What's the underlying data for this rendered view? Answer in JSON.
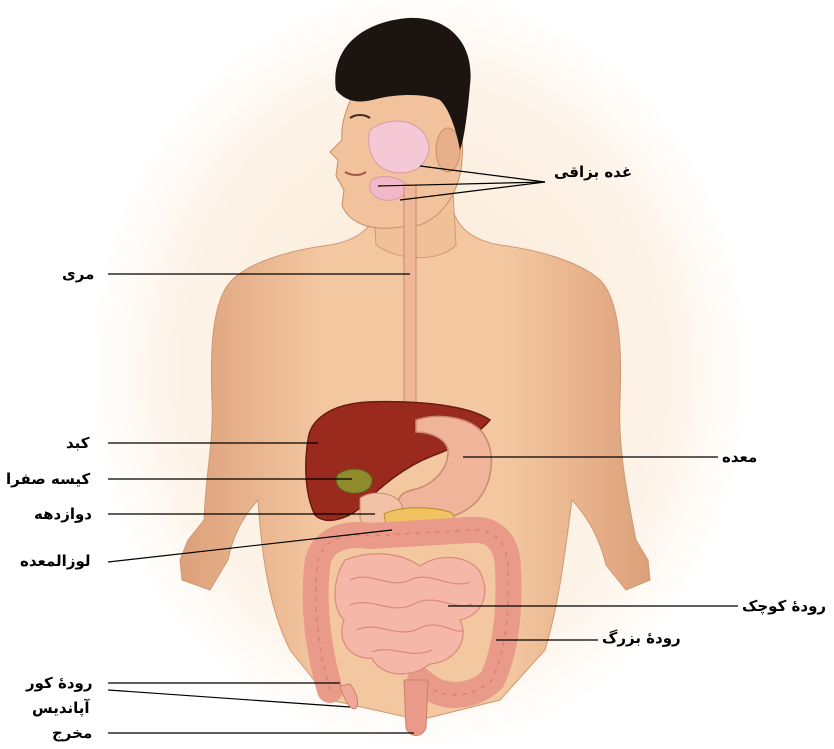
{
  "labels": {
    "salivary_gland": "غده بزاقی",
    "esophagus": "مری",
    "liver": "کبد",
    "gallbladder": "کیسه صفرا",
    "duodenum": "دوازدهه",
    "pancreas": "لوزالمعده",
    "stomach": "معده",
    "small_intestine": "رودهٔ کوچک",
    "large_intestine": "رودهٔ بزرگ",
    "cecum": "رودهٔ کور",
    "appendix": "آپاندیس",
    "anus": "مخرج"
  },
  "colors": {
    "skin": "#f2c49a",
    "skin_shade": "#d9a074",
    "hair": "#1c1410",
    "background_glow": "#fcf0e2",
    "liver": "#9b2a1e",
    "gallbladder": "#8a8a2a",
    "stomach": "#f0b8a0",
    "intestine": "#f2a898",
    "pancreas": "#f0c060",
    "salivary": "#f2c8d8",
    "leader_line": "#000000"
  }
}
